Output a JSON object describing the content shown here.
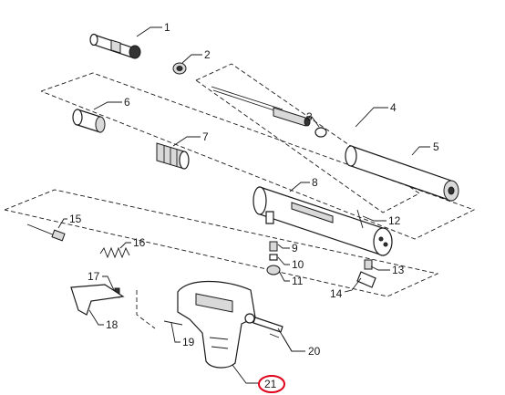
{
  "diagram": {
    "highlight_color": "#e0001a",
    "callouts": [
      "1",
      "2",
      "3",
      "4",
      "5",
      "6",
      "7",
      "8",
      "9",
      "10",
      "11",
      "12",
      "13",
      "14",
      "15",
      "16",
      "17",
      "18",
      "19",
      "20",
      "21"
    ],
    "highlighted_callout": "21"
  }
}
